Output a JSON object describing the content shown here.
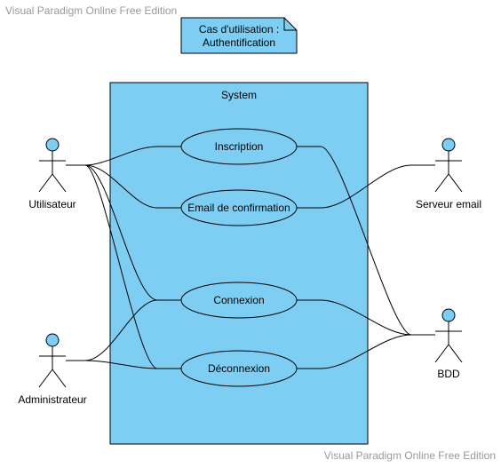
{
  "watermark": {
    "top": "Visual Paradigm Online Free Edition",
    "bottom": "Visual Paradigm Online Free Edition"
  },
  "note": {
    "line1": "Cas d'utilisation :",
    "line2": "Authentification"
  },
  "system": {
    "label": "System"
  },
  "actors": {
    "utilisateur": "Utilisateur",
    "administrateur": "Administrateur",
    "serveur_email": "Serveur email",
    "bdd": "BDD"
  },
  "use_cases": {
    "inscription": "Inscription",
    "email_confirmation": "Email de confirmation",
    "connexion": "Connexion",
    "deconnexion": "Déconnexion"
  },
  "colors": {
    "fill": "#7ecef4",
    "stroke": "#000000",
    "watermark": "#999999"
  }
}
